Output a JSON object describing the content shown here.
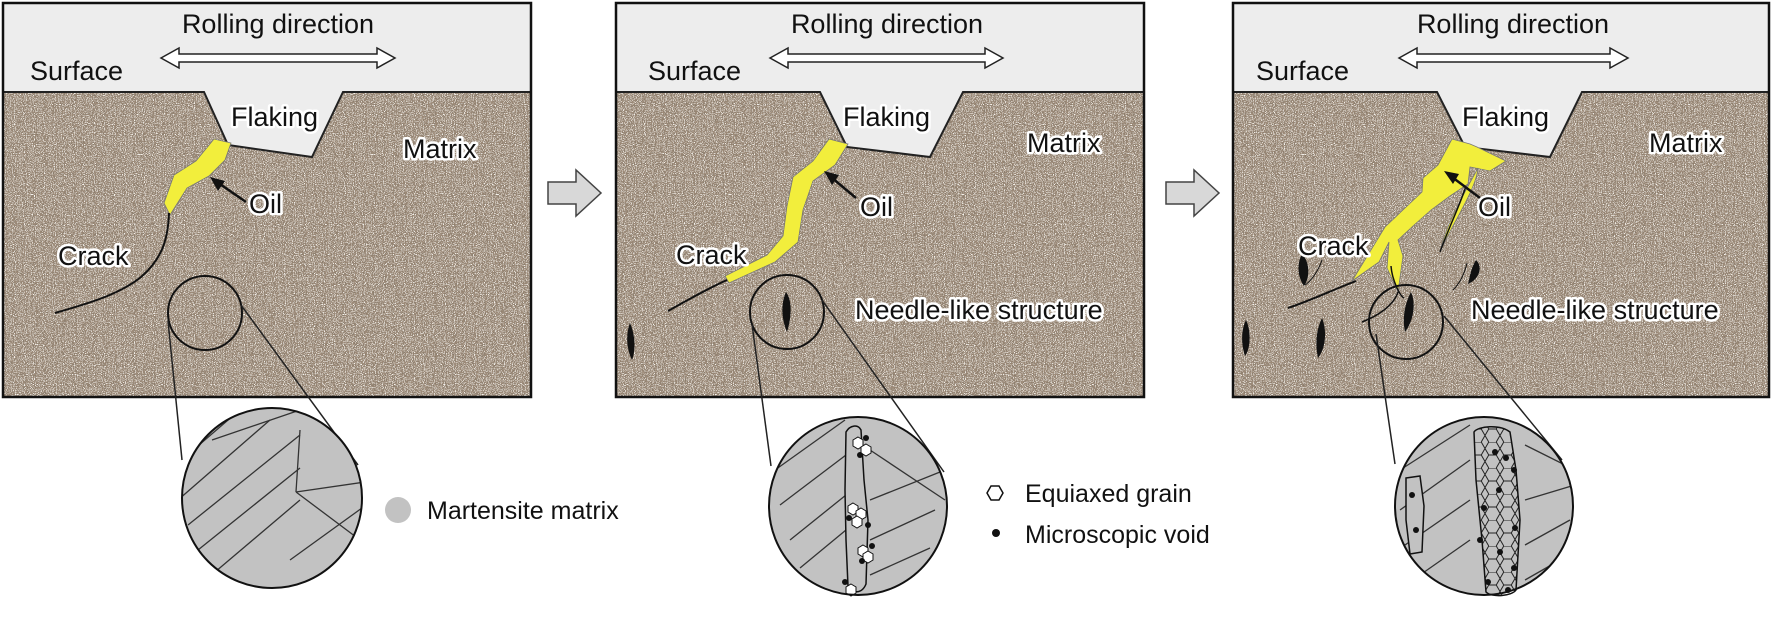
{
  "colors": {
    "matrix_fill": "#9d8b79",
    "surface_fill": "#ededed",
    "oil": "#f2ee3c",
    "outline": "#222222",
    "zoom_fill": "#c2c2c2"
  },
  "panels": [
    {
      "rolling_direction": "Rolling direction",
      "surface": "Surface",
      "flaking": "Flaking",
      "matrix": "Matrix",
      "oil": "Oil",
      "crack": "Crack"
    },
    {
      "rolling_direction": "Rolling direction",
      "surface": "Surface",
      "flaking": "Flaking",
      "matrix": "Matrix",
      "oil": "Oil",
      "crack": "Crack",
      "needle": "Needle-like structure"
    },
    {
      "rolling_direction": "Rolling direction",
      "surface": "Surface",
      "flaking": "Flaking",
      "matrix": "Matrix",
      "oil": "Oil",
      "crack": "Crack",
      "needle": "Needle-like structure"
    }
  ],
  "legend": {
    "martensite": "Martensite matrix",
    "equiaxed": "Equiaxed grain",
    "void": "Microscopic void"
  },
  "icons": {
    "step_arrow": "right-block-arrow-icon",
    "rolling_arrow": "double-headed-arrow-icon",
    "equiaxed": "hexagon-icon",
    "void": "dot-icon"
  }
}
